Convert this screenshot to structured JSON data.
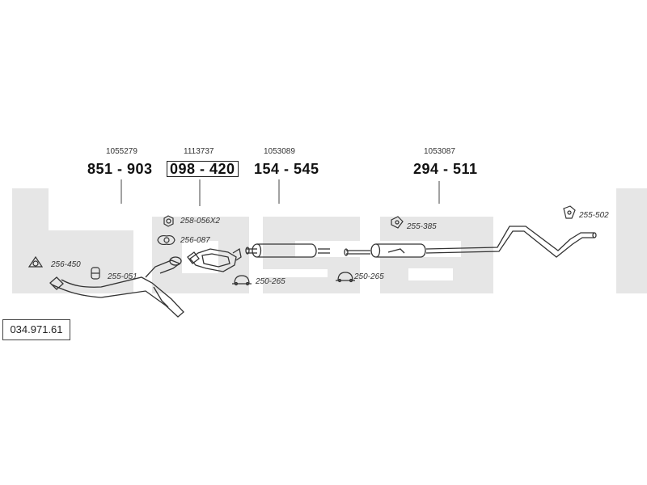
{
  "diagram_number": "034.971.61",
  "watermark_text": "bosal",
  "parts": [
    {
      "ref": "1055279",
      "number": "851 - 903",
      "boxed": false
    },
    {
      "ref": "1113737",
      "number": "098 - 420",
      "boxed": true
    },
    {
      "ref": "1053089",
      "number": "154 - 545",
      "boxed": false
    },
    {
      "ref": "1053087",
      "number": "294 - 511",
      "boxed": false
    }
  ],
  "accessories": [
    {
      "code": "258-056X2",
      "icon": "nut-icon"
    },
    {
      "code": "256-087",
      "icon": "gasket-icon"
    },
    {
      "code": "256-450",
      "icon": "triangle-gasket-icon"
    },
    {
      "code": "255-051",
      "icon": "rubber-mount-icon"
    },
    {
      "code": "250-265",
      "icon": "clamp-icon"
    },
    {
      "code": "250-265",
      "icon": "clamp-icon"
    },
    {
      "code": "255-385",
      "icon": "rubber-mount-icon"
    },
    {
      "code": "255-502",
      "icon": "rubber-mount-icon"
    }
  ],
  "colors": {
    "watermark": "#e4e4e4",
    "line": "#333333"
  }
}
